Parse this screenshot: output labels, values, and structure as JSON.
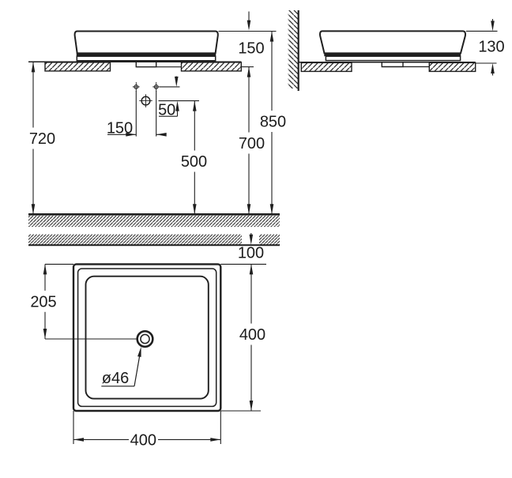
{
  "drawing": {
    "front": {
      "dim_basin_height": "150",
      "dim_counter_height": "720",
      "dim_total_height": "850",
      "dim_counter_underside": "700",
      "dim_drain_height": "500",
      "dim_hole_spacing": "150",
      "dim_hole_drop": "50"
    },
    "side": {
      "dim_basin_height": "130"
    },
    "plan": {
      "dim_wall_offset": "100",
      "dim_drain_from_rear": "205",
      "dim_depth": "400",
      "dim_width": "400",
      "dim_drain_diameter": "ø46"
    },
    "colors": {
      "line": "#1f1f1f",
      "background": "#ffffff"
    }
  }
}
